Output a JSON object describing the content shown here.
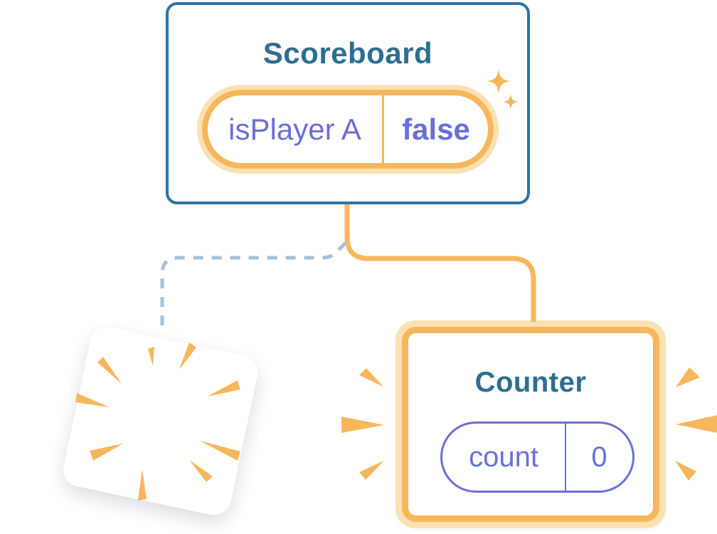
{
  "diagram": {
    "scoreboard": {
      "title": "Scoreboard",
      "state": {
        "key": "isPlayer A",
        "value": "false"
      }
    },
    "counter": {
      "title": "Counter",
      "state": {
        "key": "count",
        "value": "0"
      }
    }
  },
  "icons": {
    "sparkles": "sparkles-icon",
    "poof_burst": "poof-burst-icon",
    "emphasis_rays_left": "emphasis-rays-left-icon",
    "emphasis_rays_right": "emphasis-rays-right-icon",
    "solid_connector": "solid-connector-line",
    "dashed_connector": "dashed-connector-line"
  },
  "colors": {
    "card_border_blue": "#2E74A4",
    "title_blue": "#2E6E90",
    "state_purple": "#6A6FD8",
    "accent_orange": "#F6B75C",
    "accent_orange_light": "#FBE0B2",
    "dashed_connector_blue": "#A6C0D5",
    "background": "#FFFFFF"
  }
}
